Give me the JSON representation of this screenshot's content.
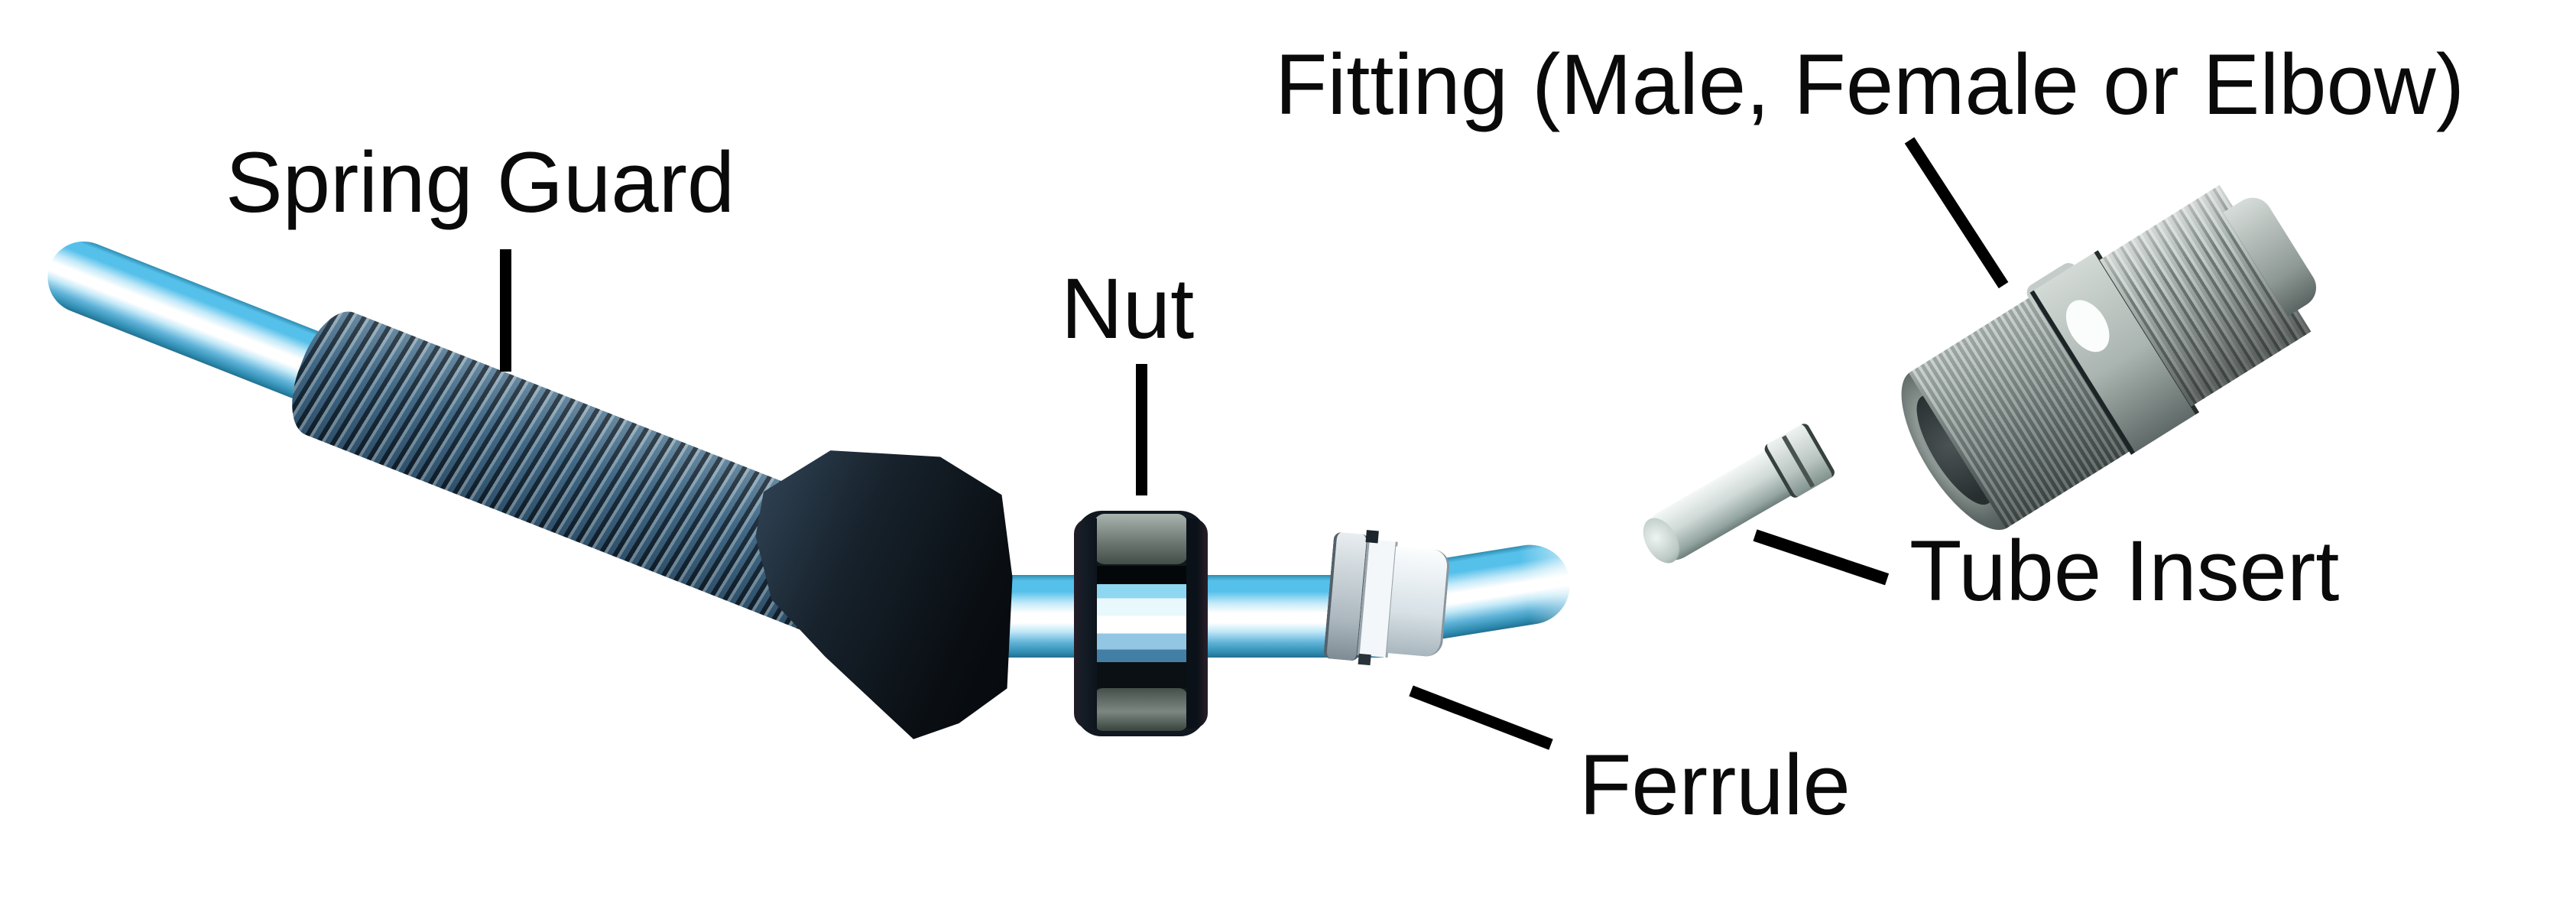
{
  "diagram": {
    "description": "Exploded diagram of a compression tube fitting assembly",
    "labels": {
      "spring_guard": "Spring Guard",
      "nut": "Nut",
      "fitting": "Fitting (Male, Female or Elbow)",
      "tube_insert": "Tube Insert",
      "ferrule": "Ferrule"
    },
    "parts": [
      "tube",
      "spring-guard",
      "strain-relief-boot",
      "nut",
      "ferrule",
      "tube-insert",
      "fitting"
    ],
    "colors": {
      "background": "#ffffff",
      "label_text": "#0a0a0a",
      "leader_line": "#000000",
      "tube_cyan": "#55c0ea",
      "tube_pale": "#c3e9f8",
      "tube_white": "#ffffff",
      "tube_steel": "#5fb2d8",
      "tube_line": "#2e8cb0",
      "spring_dark": "#22384a",
      "spring_light": "#9db3c0",
      "boot_black": "#0a0f14",
      "boot_blue": "#33475a",
      "nut_black": "#11181f",
      "nut_gray": "#7d8781",
      "ferrule_white": "#f3f7f9",
      "metal_light": "#d3dad6",
      "metal_mid": "#8d9894",
      "metal_dark": "#49534f"
    }
  }
}
